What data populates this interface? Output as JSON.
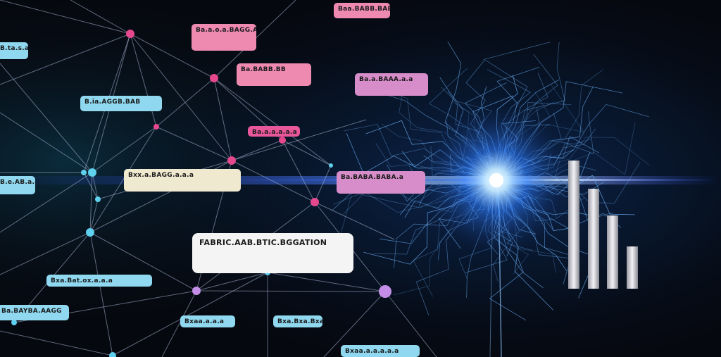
{
  "colors": {
    "background": "#06080f",
    "network_line": "#b8c6e6",
    "node_pink": "#e6488e",
    "node_cyan": "#5fd0ee",
    "node_violet": "#c48ee8",
    "glow_core": "#dff4ff",
    "glow_blue": "#2f7dff"
  },
  "bubbles": [
    {
      "text": "B.ta.s.a",
      "style": "cyan"
    },
    {
      "text": "B.ia.AGGB.BAB",
      "style": "cyan"
    },
    {
      "text": "B.e.AB.a.a",
      "style": "cyan"
    },
    {
      "text": "Bxa.Bat.ox.a.a.a",
      "style": "cyan"
    },
    {
      "text": "Ba.BAYBA.AAGG",
      "style": "cyan"
    },
    {
      "text": "Bxaa.a.a.a",
      "style": "cyan"
    },
    {
      "text": "Bxa.Bxa.Bxa",
      "style": "cyan"
    },
    {
      "text": "Bxaa.a.a.a.a.a",
      "style": "cyan"
    },
    {
      "text": "Ba.a.o.a.BAGG.A",
      "style": "pink"
    },
    {
      "text": "Baa.BABB.BAB",
      "style": "pink"
    },
    {
      "text": "Ba.a.a.a.a.a",
      "style": "magenta"
    },
    {
      "text": "Ba.a.BAAA.a.a",
      "style": "violet"
    },
    {
      "text": "Ba.BABA.BABA.a",
      "style": "violet"
    },
    {
      "text": "Ba.BABB.BB",
      "style": "pink"
    },
    {
      "text": "Bxx.a.BAGG.a.a.a",
      "style": "cream"
    },
    {
      "text": "FABRIC.AAB.BTIC.BGGATION",
      "style": "white"
    }
  ]
}
